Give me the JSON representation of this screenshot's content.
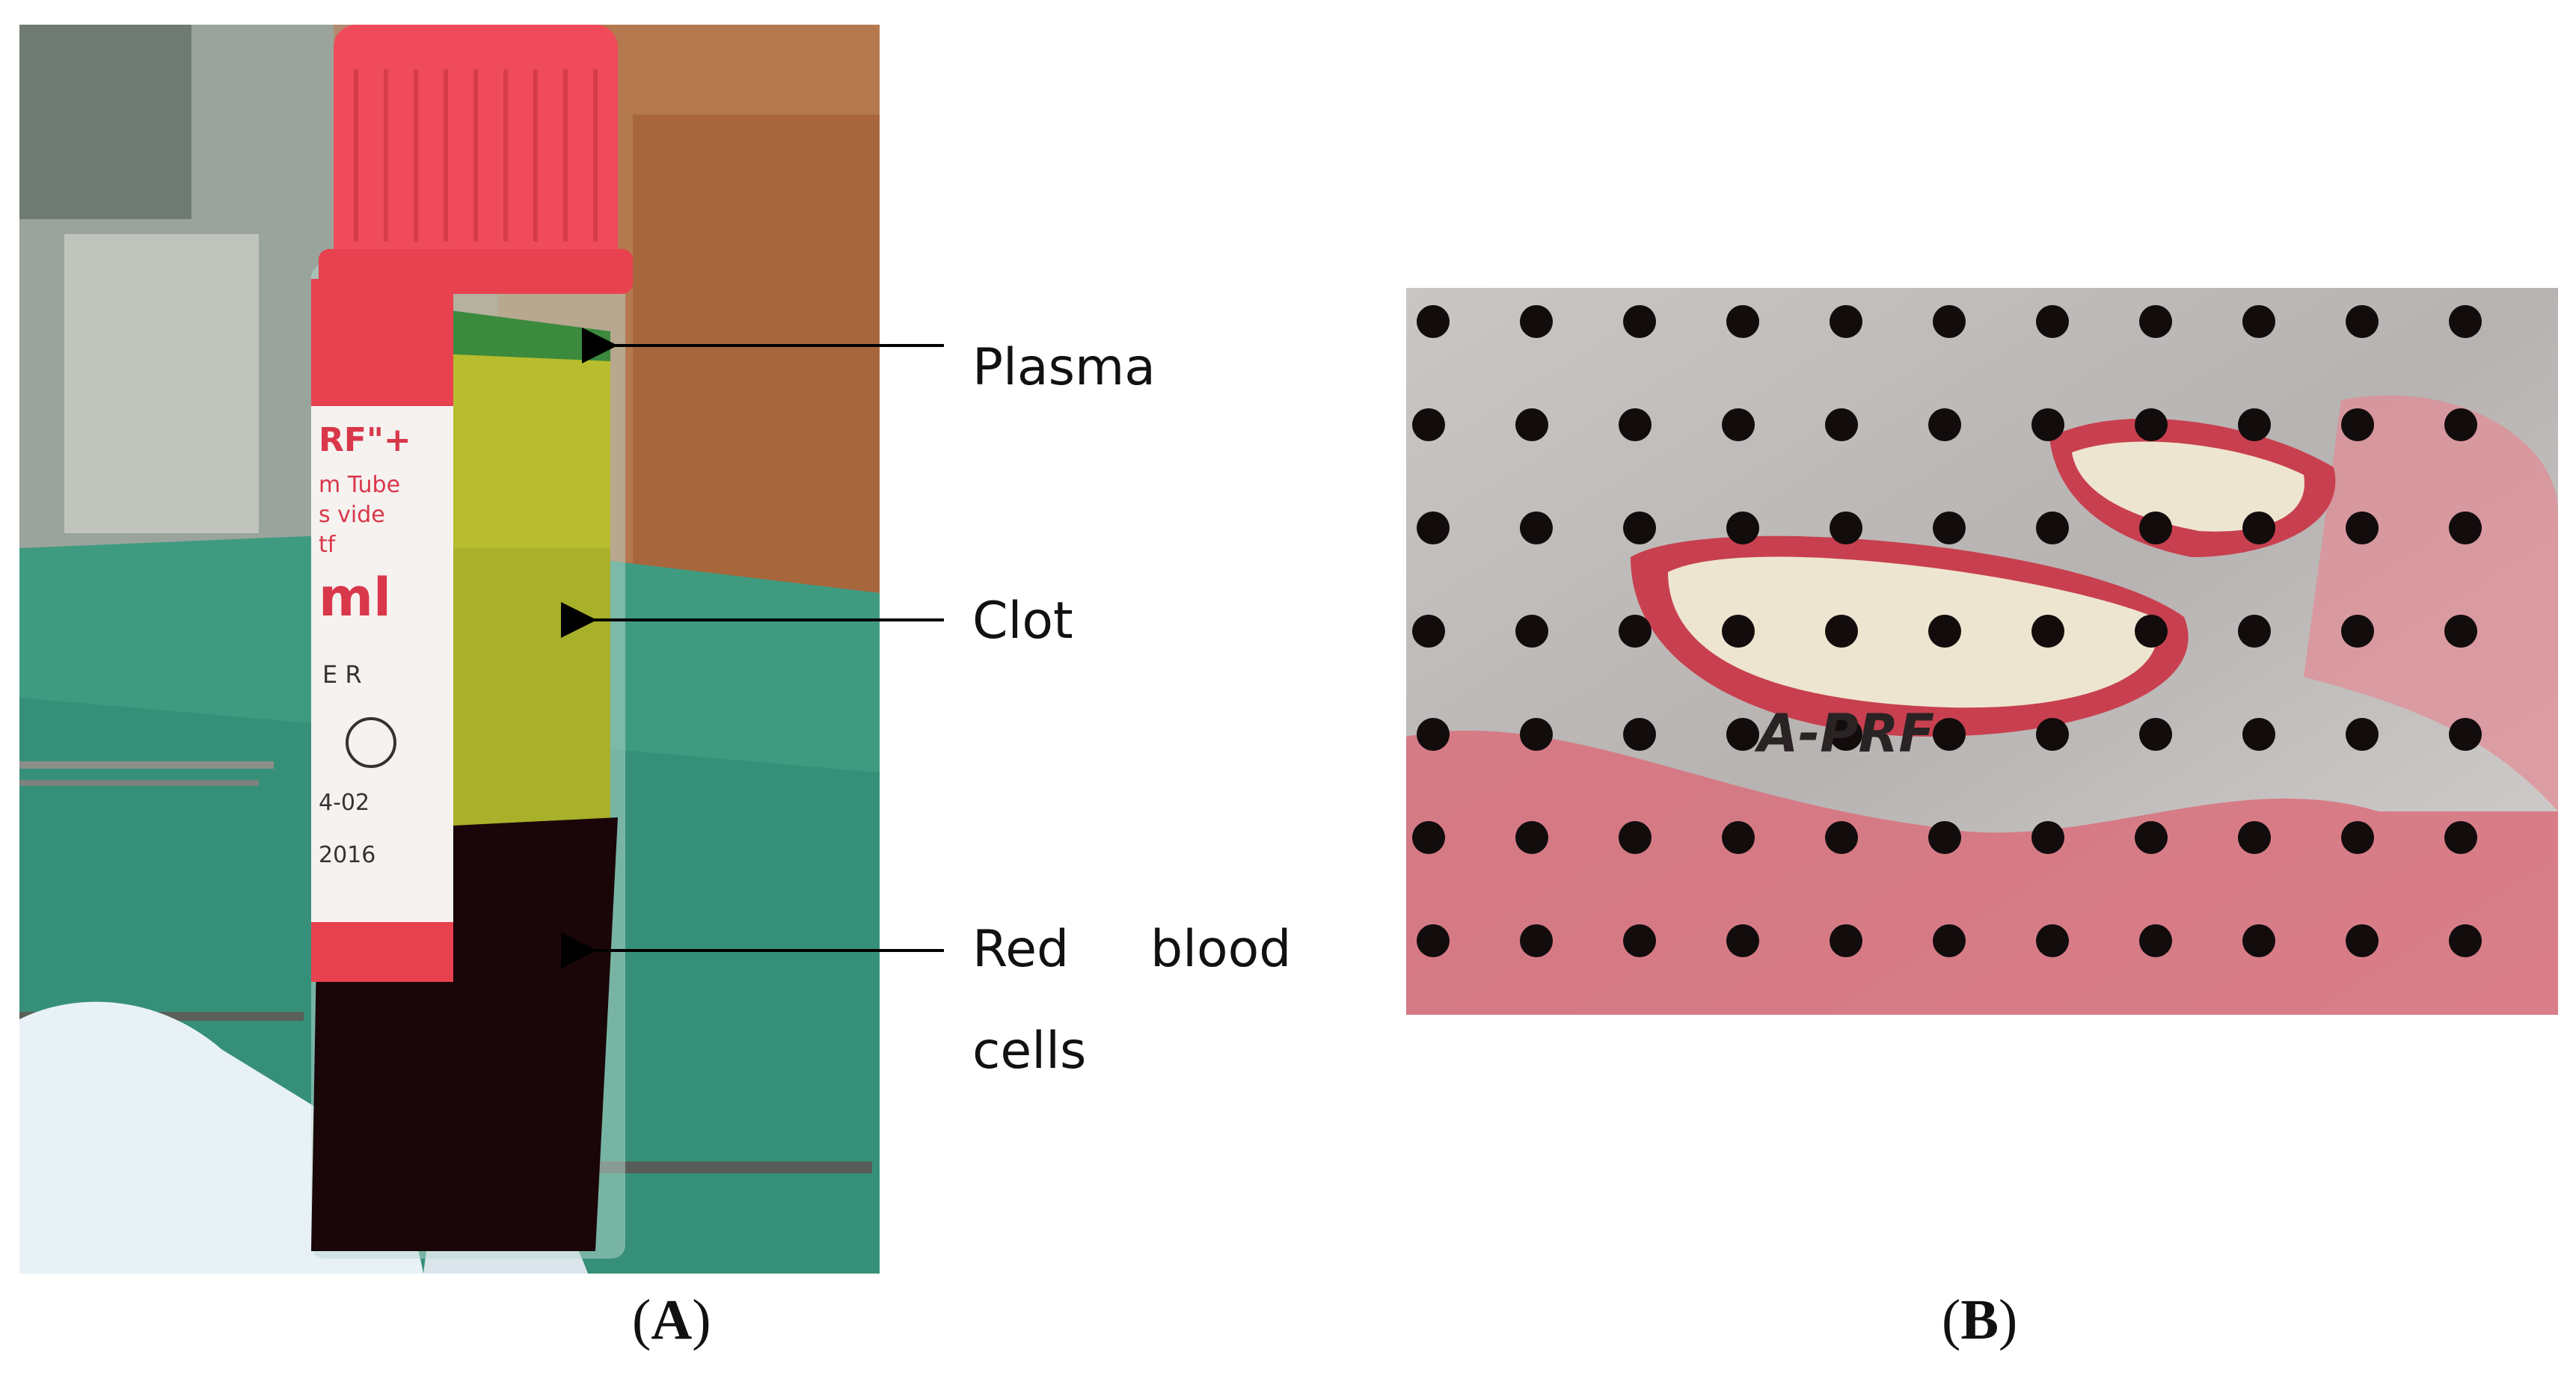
{
  "labels": {
    "plasma": "Plasma",
    "clot": "Clot",
    "rbc_line1": "Red",
    "rbc_line1b": "blood",
    "rbc_line2": "cells"
  },
  "tube_label": {
    "brand": "RF\"+",
    "line1": "m Tube",
    "line2": "s vide",
    "line3": "tf",
    "volume": "ml",
    "boxes": "E R",
    "date1": "4-02",
    "date2": "2016"
  },
  "tray_text": "A-PRF",
  "captions": {
    "a_open": "(",
    "a_letter": "A",
    "a_close": ")",
    "b_open": "(",
    "b_letter": "B",
    "b_close": ")"
  }
}
